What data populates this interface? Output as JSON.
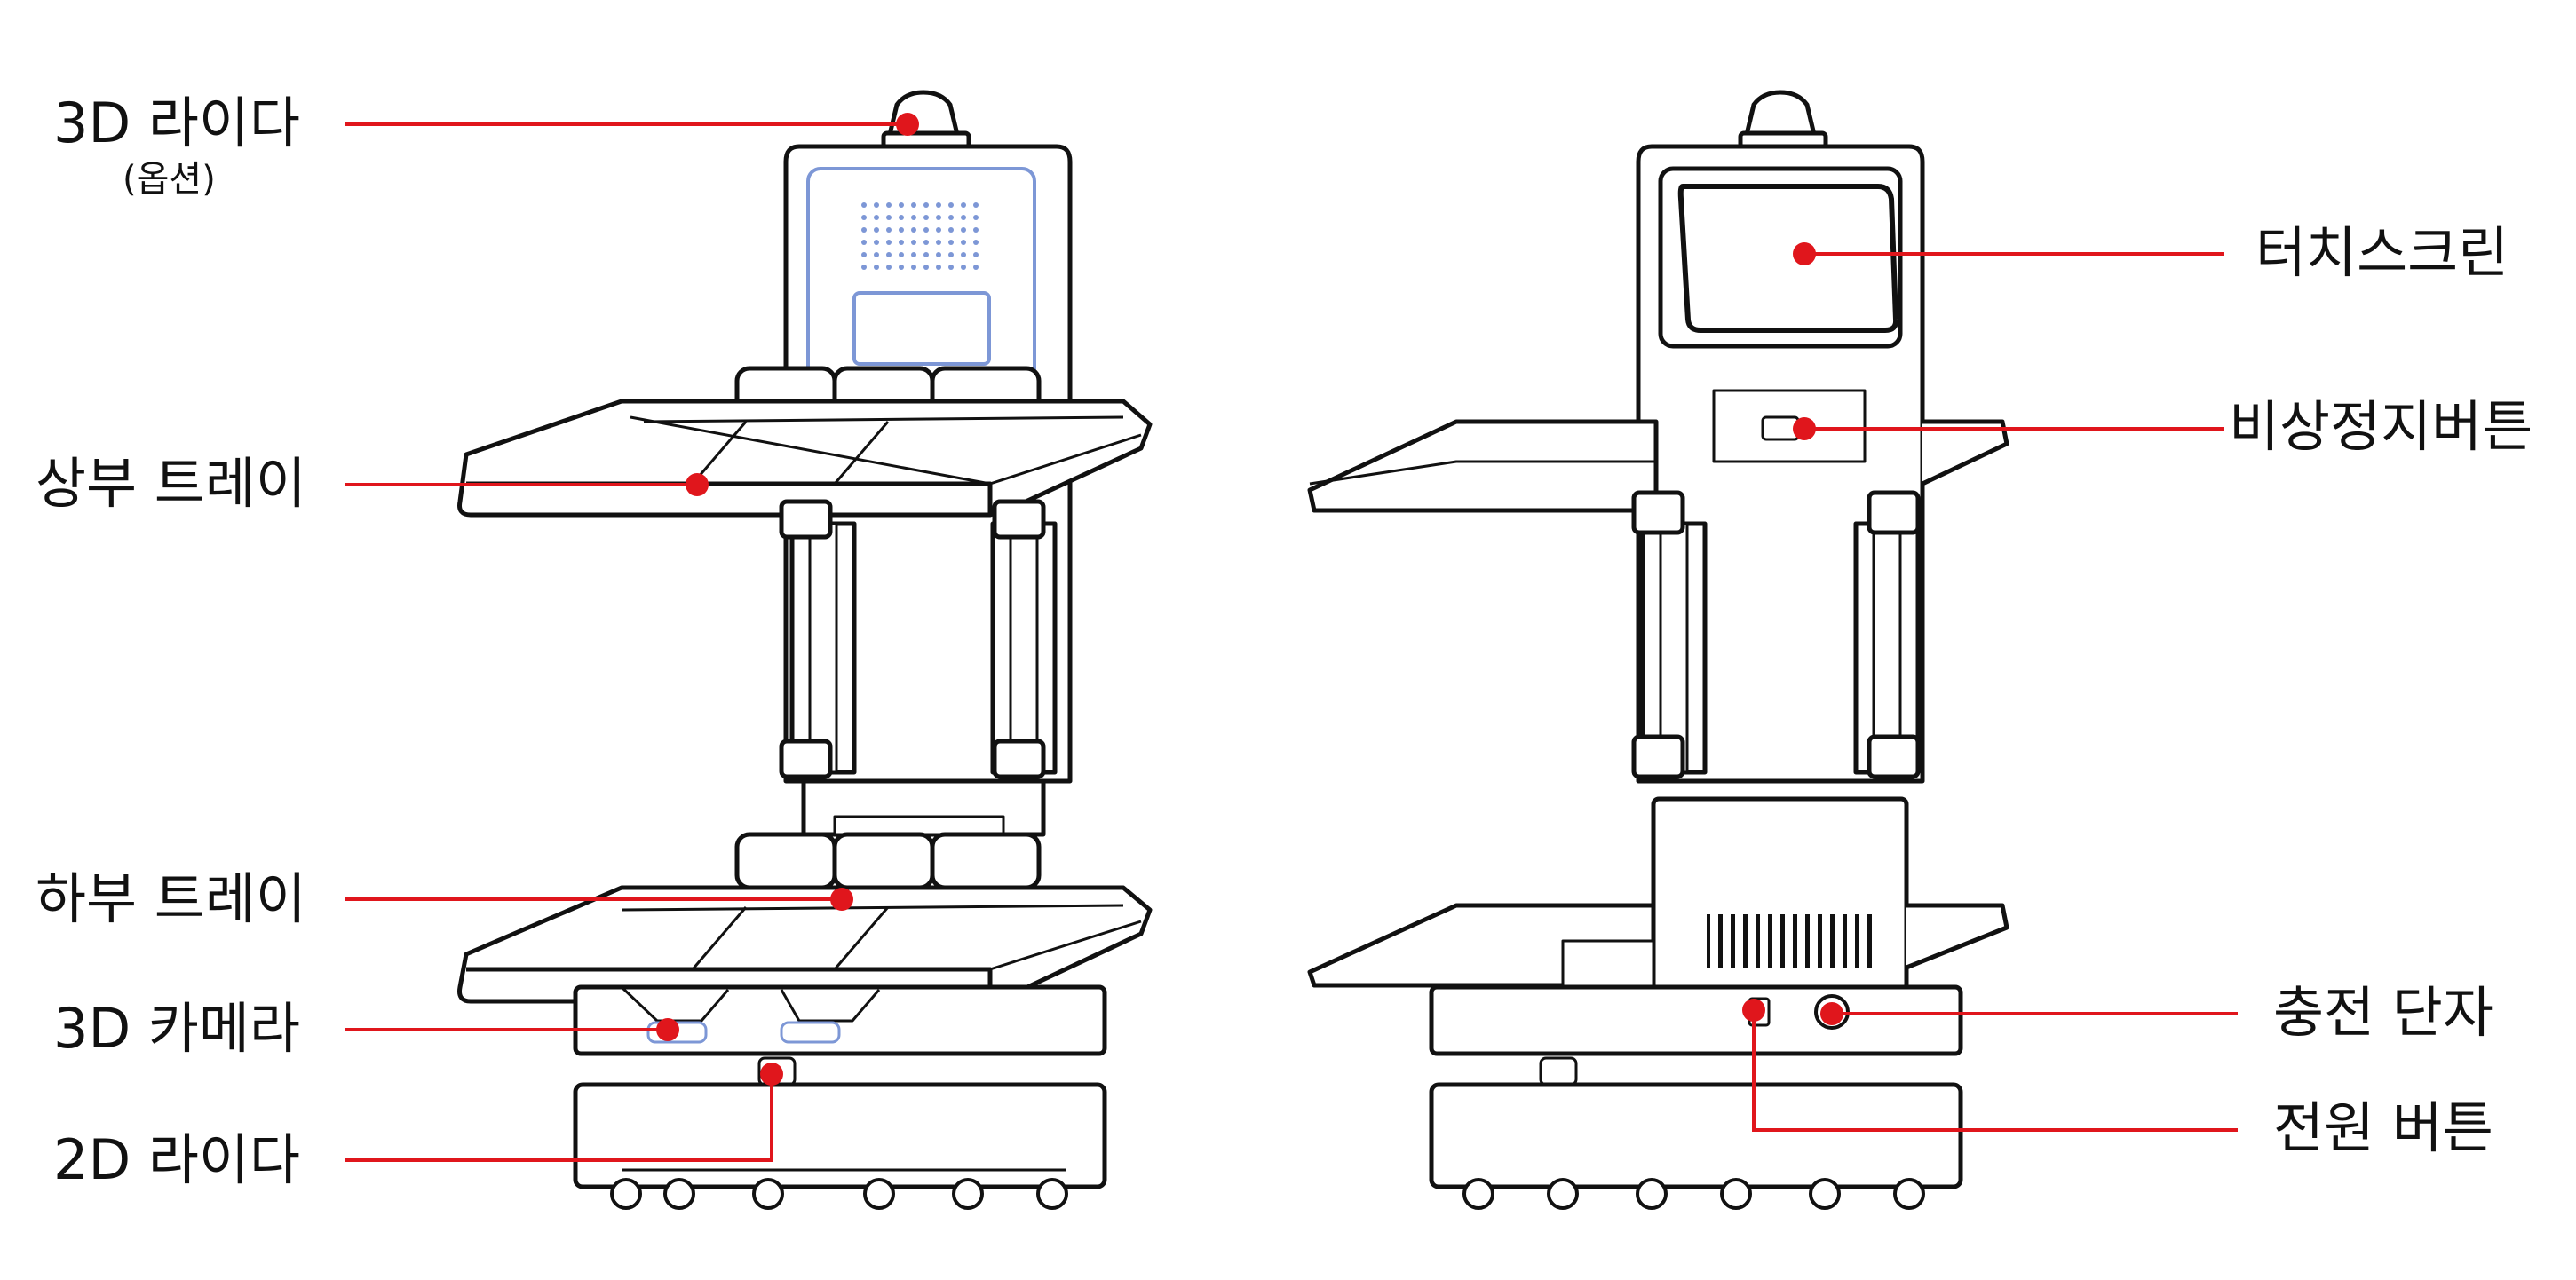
{
  "colors": {
    "line": "#111111",
    "callout": "#e0161c",
    "accent_blue": "#7d97d6"
  },
  "labels": {
    "lidar3d": "3D 라이다",
    "lidar3d_sub": "(옵션)",
    "upper_tray": "상부 트레이",
    "lower_tray": "하부 트레이",
    "camera3d": "3D 카메라",
    "lidar2d": "2D 라이다",
    "touchscreen": "터치스크린",
    "estop": "비상정지버튼",
    "charge_port": "충전 단자",
    "power_button": "전원 버튼"
  }
}
